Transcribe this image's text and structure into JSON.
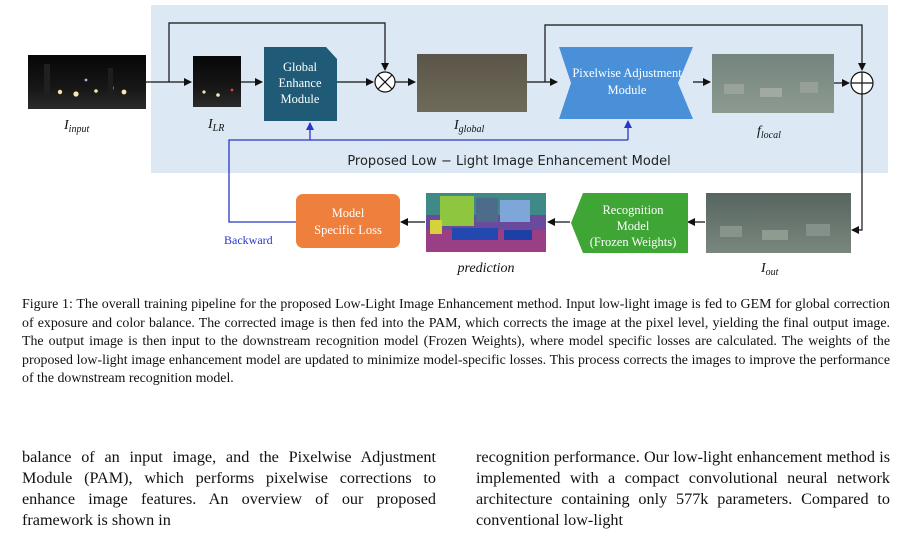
{
  "figure": {
    "region_label": "Proposed Low − Light Image Enhancement Model",
    "gem": {
      "line1": "Global",
      "line2": "Enhance",
      "line3": "Module"
    },
    "pam": {
      "line1": "Pixelwise Adjustment",
      "line2": "Module"
    },
    "recog": {
      "line1": "Recognition",
      "line2": "Model",
      "line3": "(Frozen Weights)"
    },
    "loss": {
      "line1": "Model",
      "line2": "Specific Loss"
    },
    "backward": "Backward",
    "labels": {
      "input": {
        "base": "I",
        "sub": "input"
      },
      "lr": {
        "base": "I",
        "sub": "LR"
      },
      "global": {
        "base": "I",
        "sub": "global"
      },
      "local": {
        "base": "f",
        "sub": "local"
      },
      "out": {
        "base": "I",
        "sub": "out"
      },
      "prediction": "prediction"
    },
    "colors": {
      "panel": "#dce9f5",
      "gem": "#1f5b76",
      "pam": "#4a90d9",
      "recog": "#3fa535",
      "loss": "#ee7f3c",
      "backward": "#2a36c8"
    }
  },
  "caption": "Figure 1: The overall training pipeline for the proposed Low-Light Image Enhancement method. Input low-light image is fed to GEM for global correction of exposure and color balance. The corrected image is then fed into the PAM, which corrects the image at the pixel level, yielding the final output image. The output image is then input to the downstream recognition model (Frozen Weights), where model specific losses are calculated. The weights of the proposed low-light image enhancement model are updated to minimize model-specific losses. This process corrects the images to improve the performance of the downstream recognition model.",
  "body": {
    "left": "balance of an input image, and the Pixelwise Adjustment Module (PAM), which performs pixelwise corrections to enhance image features. An overview of our proposed framework is shown in",
    "right": "recognition performance. Our low-light enhancement method is implemented with a compact convolutional neural network architecture containing only 577k parameters. Compared to conventional low-light"
  }
}
